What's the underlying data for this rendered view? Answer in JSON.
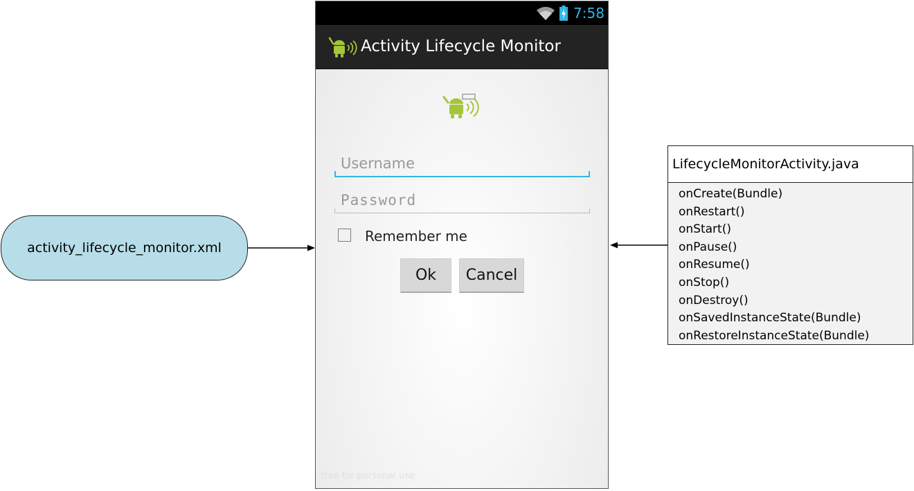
{
  "xml_node": {
    "label": "activity_lifecycle_monitor.xml"
  },
  "phone": {
    "status_bar": {
      "time": "7:58"
    },
    "action_bar": {
      "title": "Activity Lifecycle Monitor"
    },
    "form": {
      "username_placeholder": "Username",
      "password_placeholder": "Password",
      "remember_label": "Remember me",
      "ok_label": "Ok",
      "cancel_label": "Cancel"
    },
    "watermark": "free for personal use"
  },
  "class_box": {
    "title": "LifecycleMonitorActivity.java",
    "methods": [
      "onCreate(Bundle)",
      "onRestart()",
      "onStart()",
      "onPause()",
      "onResume()",
      "onStop()",
      "onDestroy()",
      "onSavedInstanceState(Bundle)",
      "onRestoreInstanceState(Bundle)"
    ]
  },
  "colors": {
    "accent": "#33b5e5",
    "xml_node_fill": "#b7dde8",
    "android_green": "#a4c639"
  }
}
